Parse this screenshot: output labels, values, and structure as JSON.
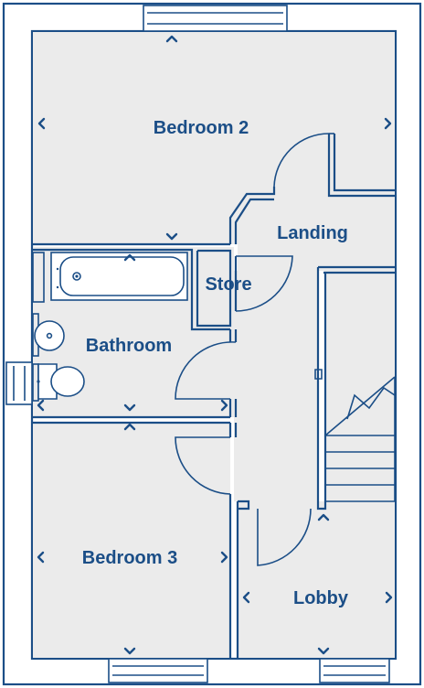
{
  "rooms": {
    "bedroom2": "Bedroom 2",
    "landing": "Landing",
    "store": "Store",
    "bathroom": "Bathroom",
    "bedroom3": "Bedroom 3",
    "lobby": "Lobby"
  },
  "colors": {
    "wall": "#1b4e87",
    "floor": "#ebebeb",
    "background": "#ffffff"
  }
}
